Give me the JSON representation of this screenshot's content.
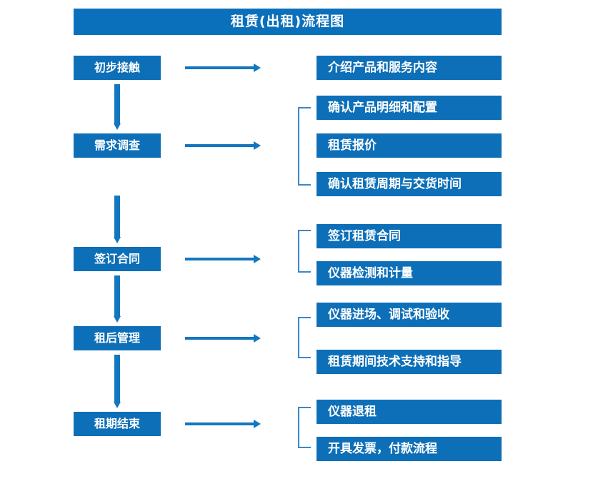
{
  "diagram": {
    "title": "租赁(出租)流程图",
    "colors": {
      "banner": "#0B70BC",
      "box": "#0D6FB8",
      "arrow": "#1276C0",
      "bracket": "#3C87C8",
      "text": "#FFFFFF",
      "background": "#FFFFFF"
    },
    "stages": [
      {
        "label": "初步接触"
      },
      {
        "label": "需求调查"
      },
      {
        "label": "签订合同"
      },
      {
        "label": "租后管理"
      },
      {
        "label": "租期结束"
      }
    ],
    "details": [
      {
        "label": "介绍产品和服务内容"
      },
      {
        "label": "确认产品明细和配置"
      },
      {
        "label": "租赁报价"
      },
      {
        "label": "确认租赁周期与交货时间"
      },
      {
        "label": "签订租赁合同"
      },
      {
        "label": "仪器检测和计量"
      },
      {
        "label": "仪器进场、调试和验收"
      },
      {
        "label": "租赁期间技术支持和指导"
      },
      {
        "label": "仪器退租"
      },
      {
        "label": "开具发票，付款流程"
      }
    ],
    "groups": [
      {
        "stage": "需求调查",
        "members": [
          "确认产品明细和配置",
          "租赁报价",
          "确认租赁周期与交货时间"
        ]
      },
      {
        "stage": "签订合同",
        "members": [
          "签订租赁合同",
          "仪器检测和计量"
        ]
      },
      {
        "stage": "租后管理",
        "members": [
          "仪器进场、调试和验收",
          "租赁期间技术支持和指导"
        ]
      },
      {
        "stage": "租期结束",
        "members": [
          "仪器退租",
          "开具发票，付款流程"
        ]
      }
    ],
    "flow_arrows": {
      "vertical_count": 4,
      "horizontal_count": 5,
      "direction_vertical": "down",
      "direction_horizontal": "right"
    }
  }
}
